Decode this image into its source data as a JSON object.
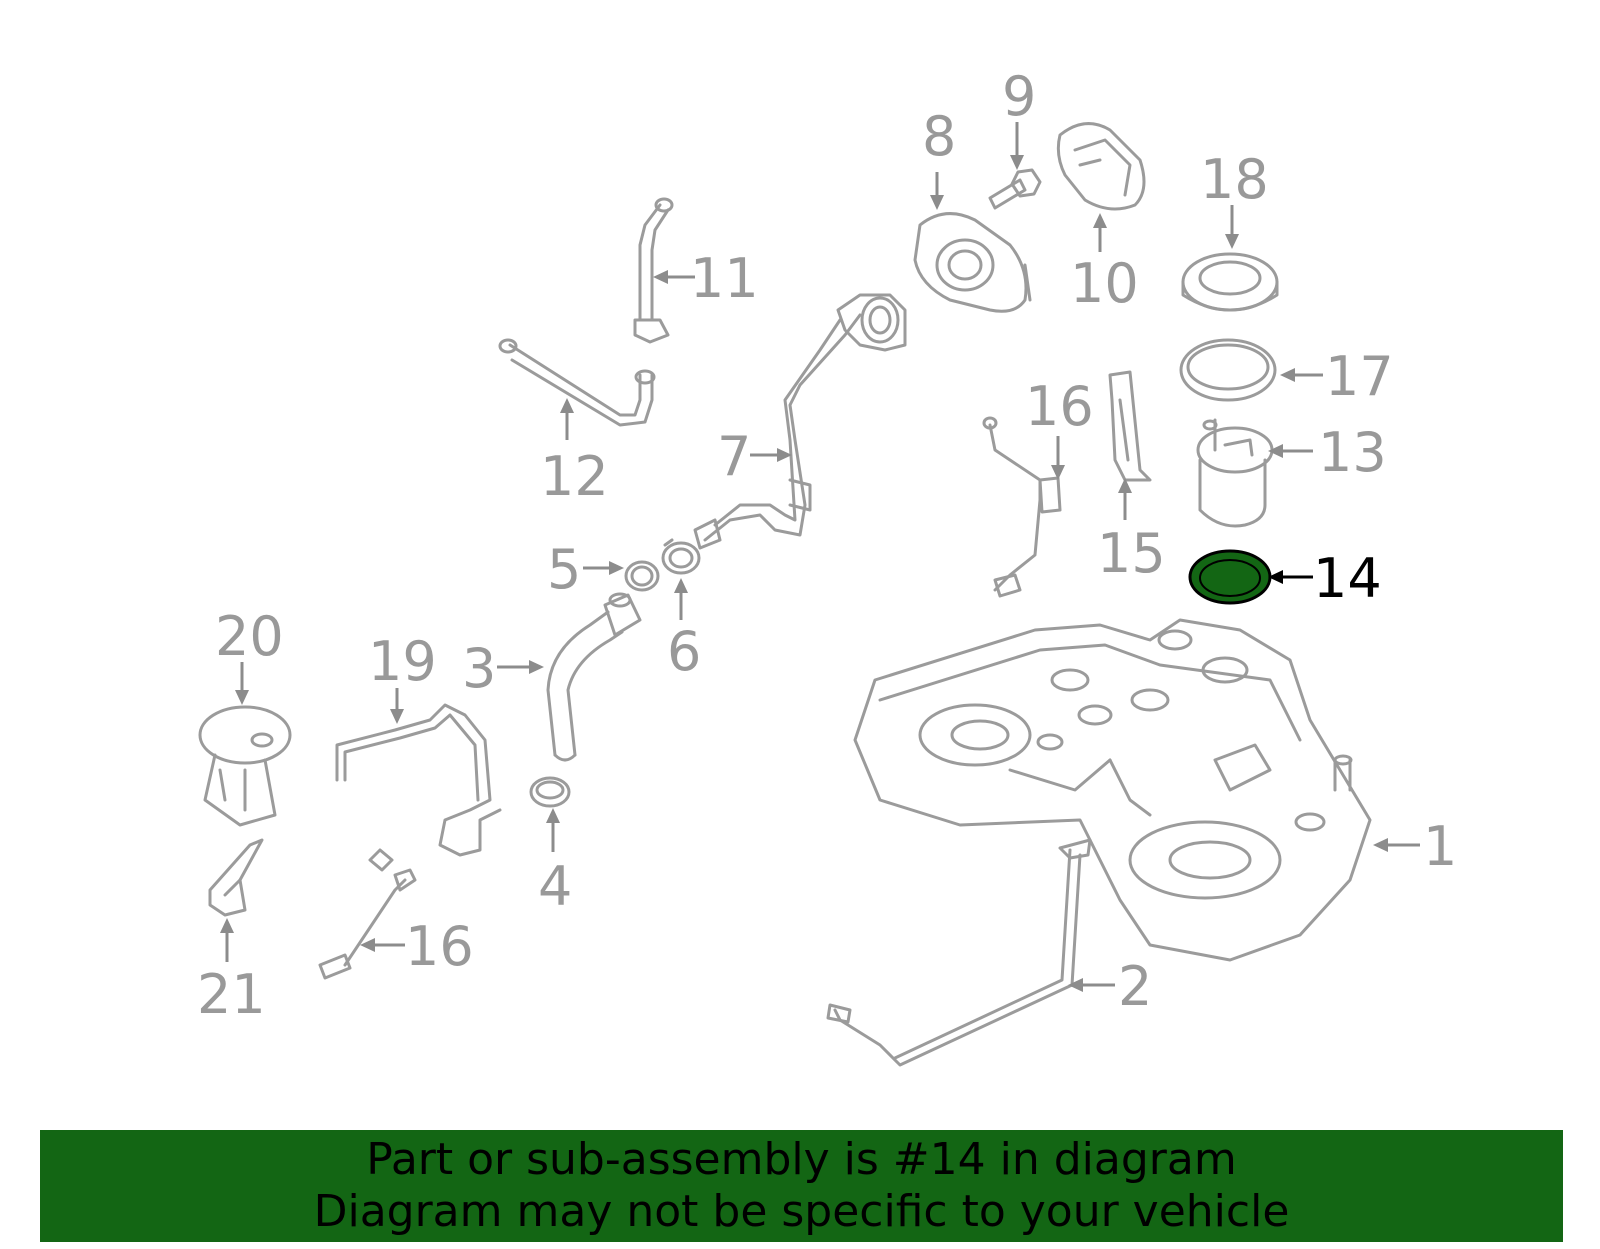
{
  "highlight_color": "#136614",
  "banner": {
    "line1": "Part or sub-assembly is #14 in diagram",
    "line2": "Diagram may not be specific to your vehicle"
  },
  "callouts": {
    "c1": "1",
    "c2": "2",
    "c3": "3",
    "c4": "4",
    "c5": "5",
    "c6": "6",
    "c7": "7",
    "c8": "8",
    "c9": "9",
    "c10": "10",
    "c11": "11",
    "c12": "12",
    "c13": "13",
    "c14": "14",
    "c15": "15",
    "c16a": "16",
    "c16b": "16",
    "c17": "17",
    "c18": "18",
    "c19": "19",
    "c20": "20",
    "c21": "21"
  }
}
